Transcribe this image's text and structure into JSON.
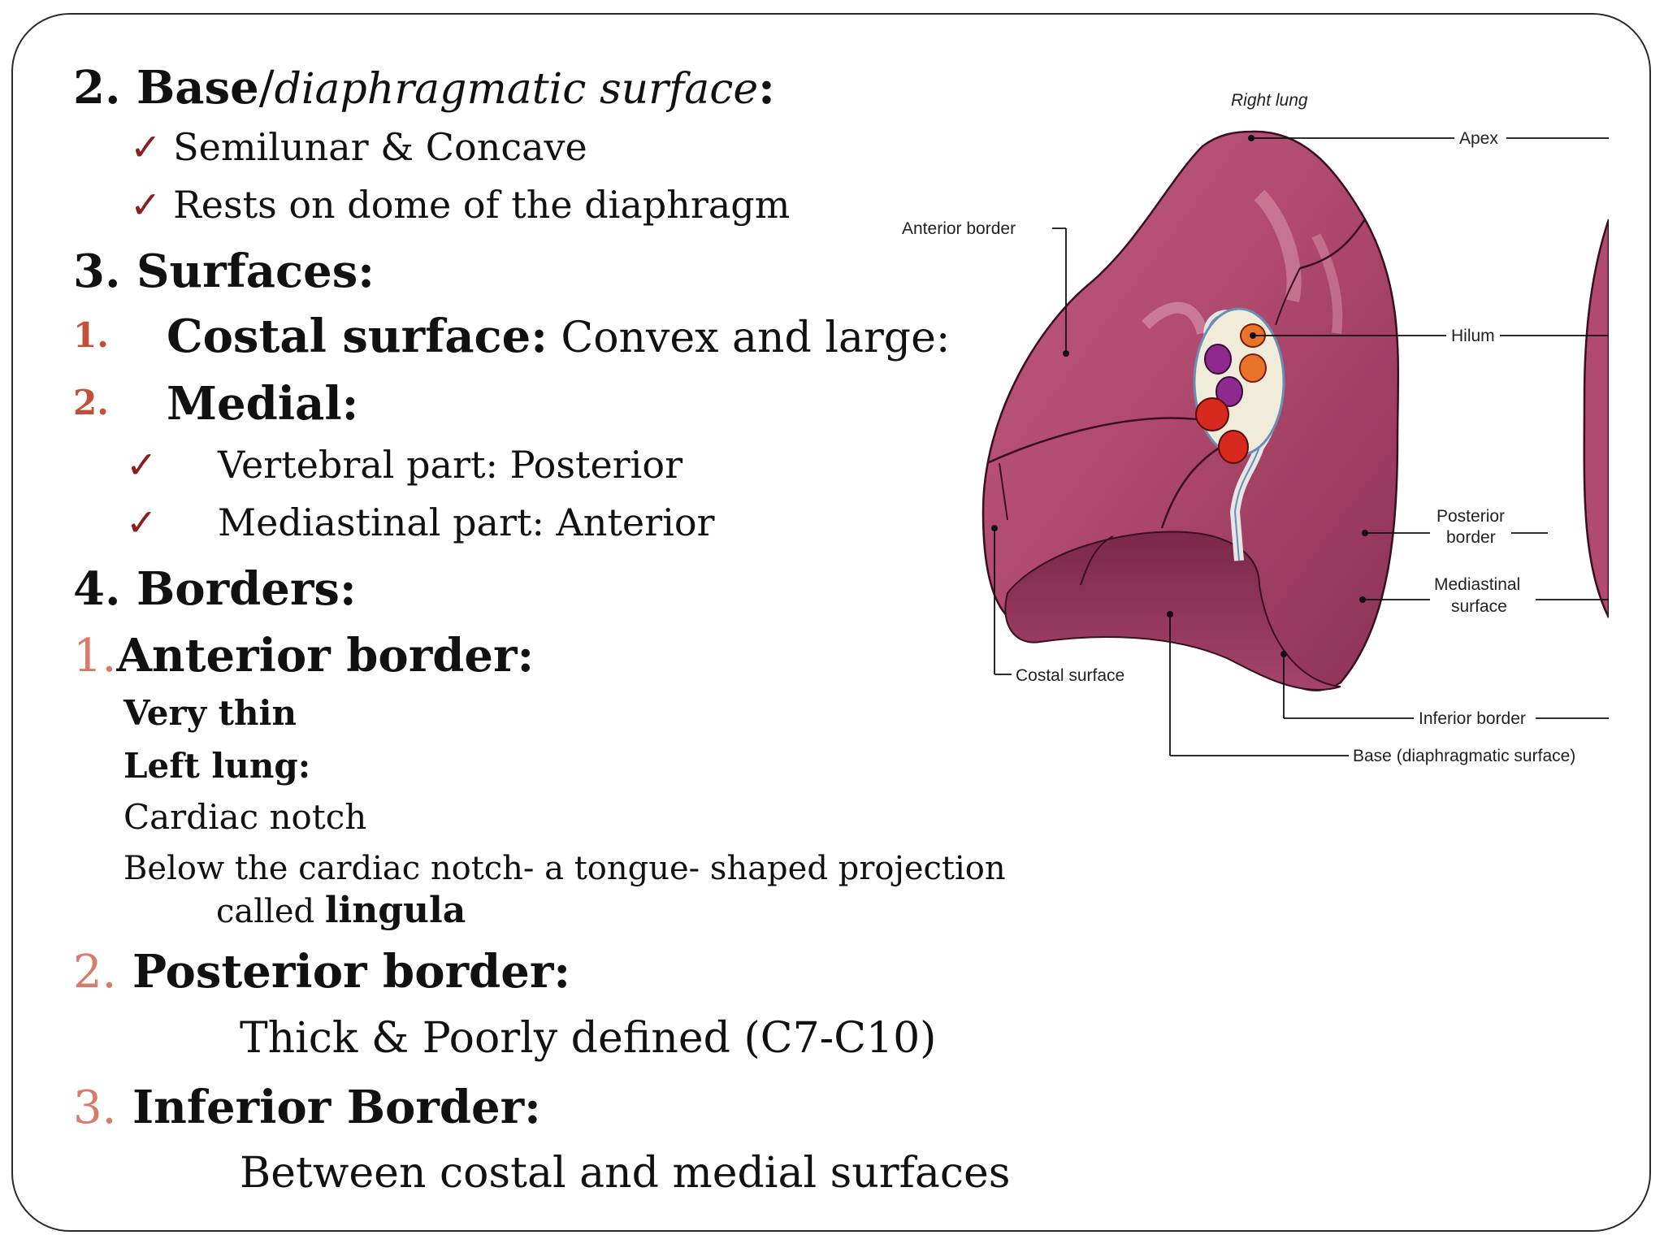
{
  "sections": {
    "base": {
      "number": "2.",
      "title": "Base",
      "slash": "/",
      "subtitle": "diaphragmatic surface",
      "colon": ":",
      "bullets": [
        "Semilunar & Concave",
        "Rests on dome of the diaphragm"
      ]
    },
    "surfaces": {
      "heading": "3. Surfaces:",
      "costal": {
        "number": "1.",
        "label": "Costal surface:",
        "text": " Convex and large:"
      },
      "medial": {
        "number": "2.",
        "label": "Medial:",
        "parts": [
          "Vertebral part: Posterior",
          "Mediastinal part: Anterior"
        ]
      }
    },
    "borders": {
      "heading": "4. Borders:",
      "anterior": {
        "number": "1.",
        "label": "Anterior border:",
        "very_thin": "Very thin",
        "left_lung": "Left lung:",
        "cardiac_notch": "Cardiac notch",
        "below_line": "Below the cardiac notch- a tongue- shaped  projection",
        "called": "called ",
        "lingula": "lingula"
      },
      "posterior": {
        "number": "2.",
        "label": "Posterior border:",
        "text": "Thick & Poorly defined (C7-C10)"
      },
      "inferior": {
        "number": "3.",
        "label": "Inferior Border:",
        "text": "Between costal and medial surfaces"
      }
    },
    "check_mark": "✓"
  },
  "diagram": {
    "title": "Right lung",
    "labels": {
      "apex": "Apex",
      "anterior_border": "Anterior border",
      "hilum": "Hilum",
      "posterior_border_1": "Posterior",
      "posterior_border_2": "border",
      "mediastinal_1": "Mediastinal",
      "mediastinal_2": "surface",
      "costal_surface": "Costal surface",
      "inferior_border": "Inferior border",
      "base": "Base (diaphragmatic surface)"
    },
    "colors": {
      "lung": "#b04a6e",
      "lung_light": "#d68aa6",
      "lung_dark": "#7a2848",
      "artery": "#d8291f",
      "vein": "#8e2a8e",
      "bronchus": "#e8732a"
    }
  }
}
